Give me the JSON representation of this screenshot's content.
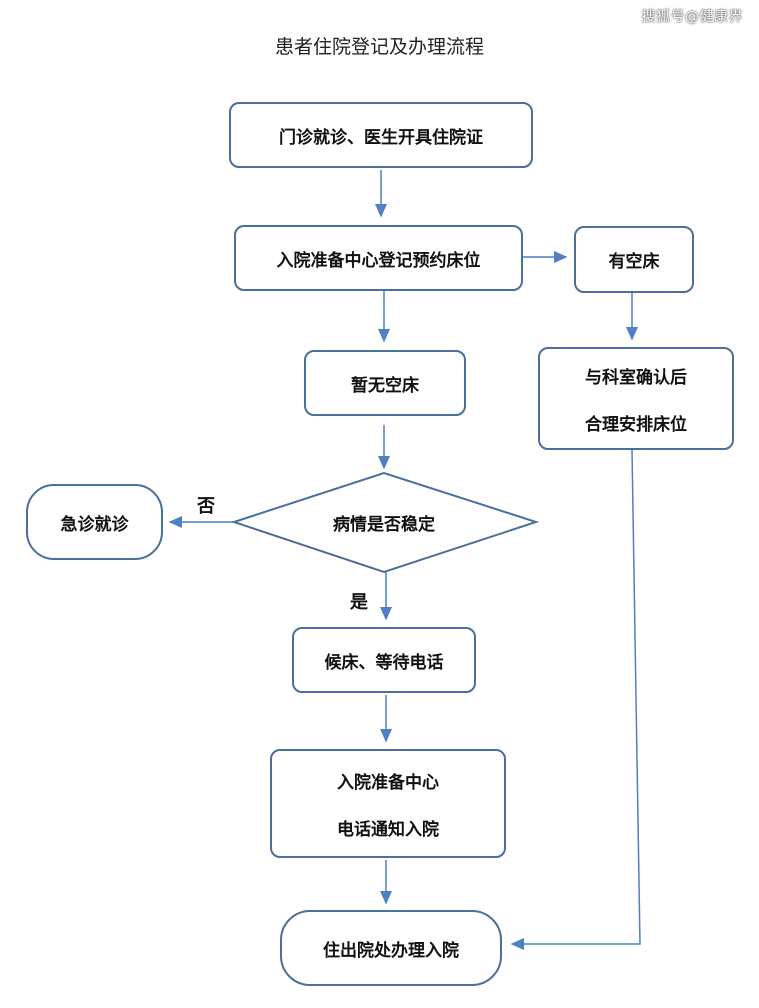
{
  "watermark": "搜狐号@健康界",
  "title": "患者住院登记及办理流程",
  "nodes": {
    "outpatient": "门诊就诊、医生开具住院证",
    "register": "入院准备中心登记预约床位",
    "has_bed": "有空床",
    "confirm_line1": "与科室确认后",
    "confirm_line2": "合理安排床位",
    "no_bed": "暂无空床",
    "stable_question": "病情是否稳定",
    "emergency": "急诊就诊",
    "wait": "候床、等待电话",
    "notify_line1": "入院准备中心",
    "notify_line2": "电话通知入院",
    "admit": "住出院处办理入院"
  },
  "edge_labels": {
    "no": "否",
    "yes": "是"
  },
  "colors": {
    "box_border": "#4a6f99",
    "arrow": "#4f7fc4"
  }
}
